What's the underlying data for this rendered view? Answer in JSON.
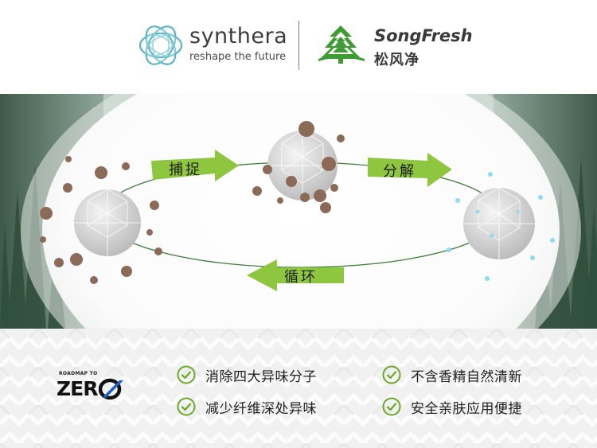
{
  "header": {
    "synthera_name": "synthera",
    "synthera_tagline": "reshape the future",
    "songfresh_name": "SongFresh",
    "songfresh_chinese": "松风净"
  },
  "process": {
    "step1": "捕捉",
    "step2": "分解",
    "step3": "循环"
  },
  "badge": {
    "small": "ROADMAP TO",
    "big": "ZER"
  },
  "features": [
    "消除四大异味分子",
    "不含香精自然清新",
    "减少纤维深处异味",
    "安全亲肤应用便捷"
  ],
  "colors": {
    "arrow_green": "#8ec63f",
    "check_green": "#6aa82a",
    "molecule_brown": "#8b6b57",
    "mist_blue": "#8cdcf0",
    "synthera_teal": "#5fb4c4",
    "tree_green": "#3f9c35"
  }
}
